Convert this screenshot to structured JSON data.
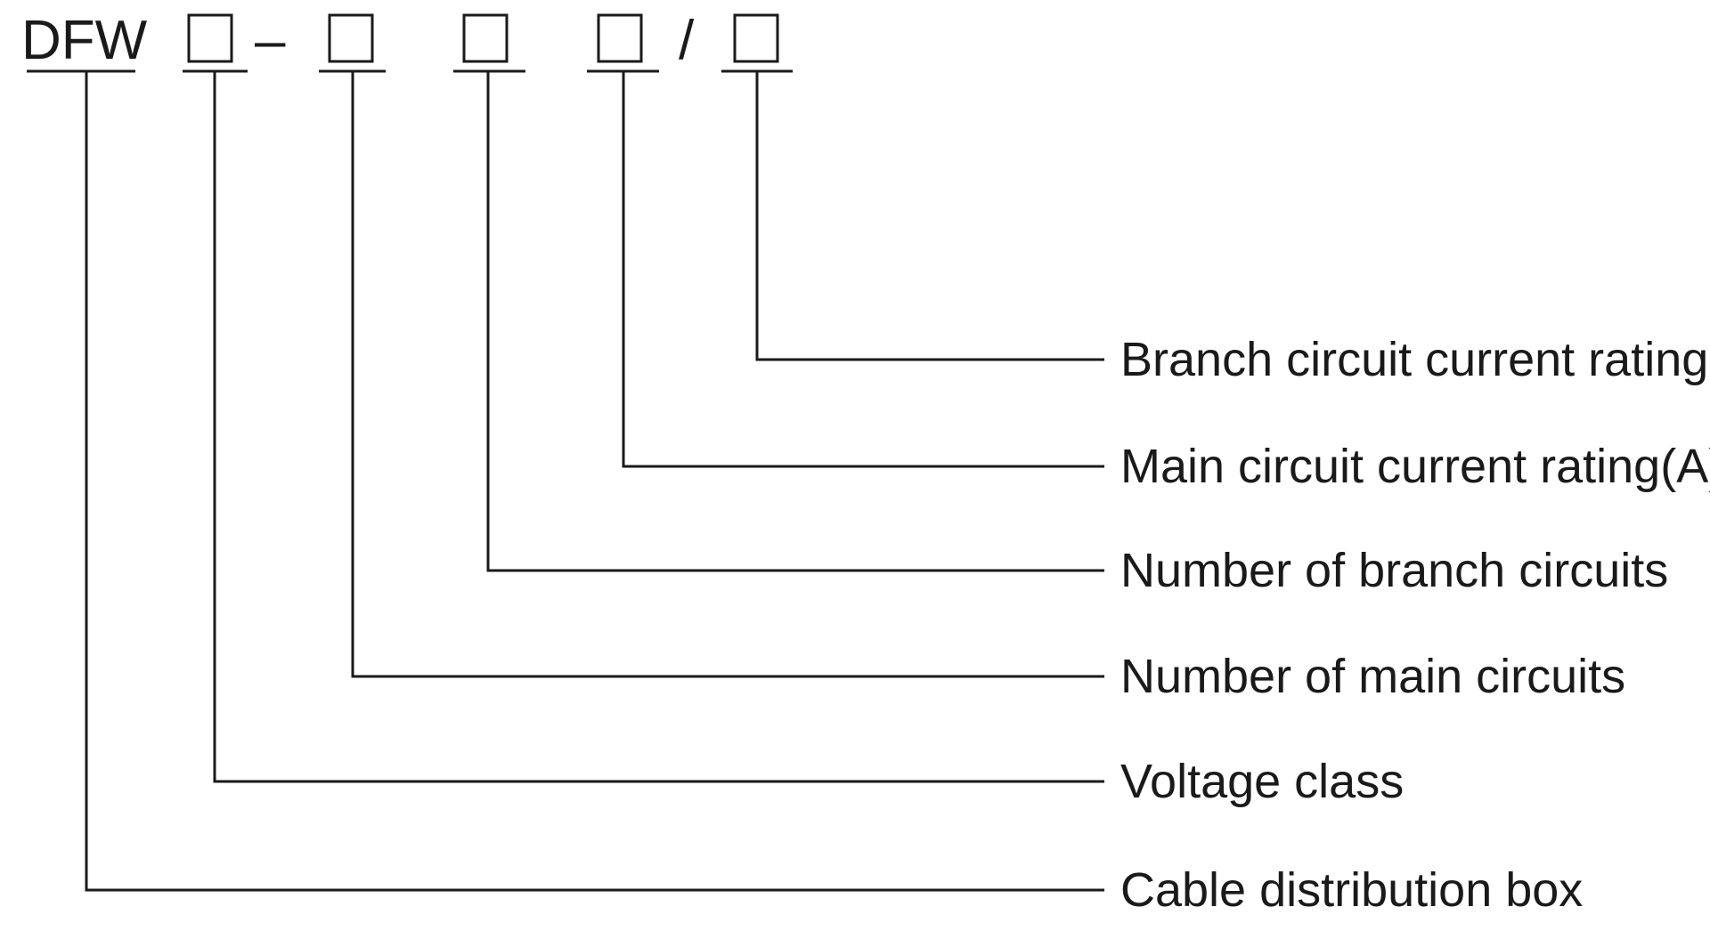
{
  "model_code": {
    "prefix": "DFW",
    "dash": "–",
    "slash": "/"
  },
  "labels": [
    "Branch circuit current rating(A)",
    "Main circuit current rating(A)",
    "Number of branch circuits",
    "Number of main circuits",
    "Voltage class",
    "Cable distribution box"
  ]
}
